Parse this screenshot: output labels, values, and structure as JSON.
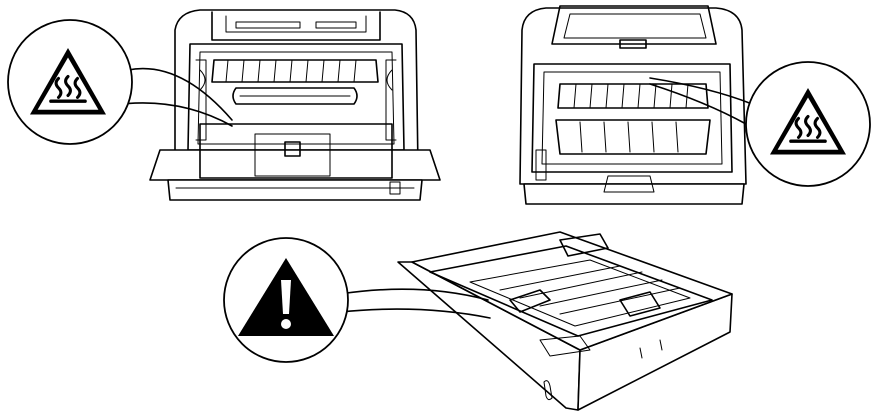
{
  "figure": {
    "type": "safety-warning-illustration",
    "panels": [
      {
        "name": "printer-front-open",
        "warning": "hot-surface"
      },
      {
        "name": "printer-back-open",
        "warning": "hot-surface"
      },
      {
        "name": "paper-tray",
        "warning": "general-caution"
      }
    ]
  },
  "icons": {
    "hot_surface": "hot-surface-warning-icon",
    "caution": "exclamation-warning-icon"
  },
  "colors": {
    "line": "#000000",
    "background": "#ffffff",
    "symbol_fill": "#000000"
  }
}
